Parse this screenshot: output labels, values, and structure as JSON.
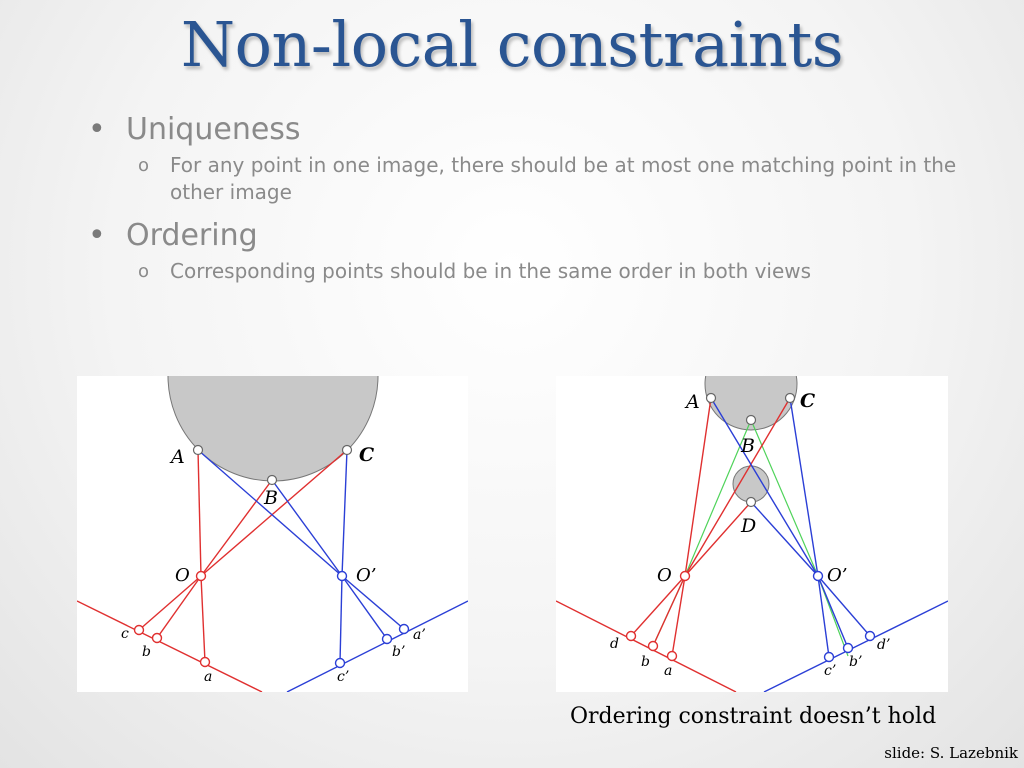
{
  "title": "Non-local constraints",
  "bullets": [
    {
      "label": "Uniqueness",
      "sub": "For any point in one image, there should be at most one matching point in the other image"
    },
    {
      "label": "Ordering",
      "sub": "Corresponding points should be in the same order in both views"
    }
  ],
  "sub_marker": "o",
  "left_diagram": {
    "points": {
      "A": "A",
      "B": "B",
      "C": "C",
      "O": "O",
      "Oprime": "O’"
    },
    "image_points": {
      "a": "a",
      "b": "b",
      "c": "c",
      "aprime": "a’",
      "bprime": "b’",
      "cprime": "c’"
    }
  },
  "right_diagram": {
    "points": {
      "A": "A",
      "B": "B",
      "C": "C",
      "D": "D",
      "O": "O",
      "Oprime": "O’"
    },
    "image_points": {
      "a": "a",
      "b": "b",
      "d": "d",
      "bprime": "b’",
      "cprime": "c’",
      "dprime": "d’"
    }
  },
  "caption": "Ordering constraint doesn’t hold",
  "credit": "slide: S. Lazebnik",
  "colors": {
    "title": "#2a5592",
    "red_ray": "#e03030",
    "blue_ray": "#2b3fd6",
    "green_ray": "#4fd35a",
    "sphere": "#c8c8c8"
  }
}
